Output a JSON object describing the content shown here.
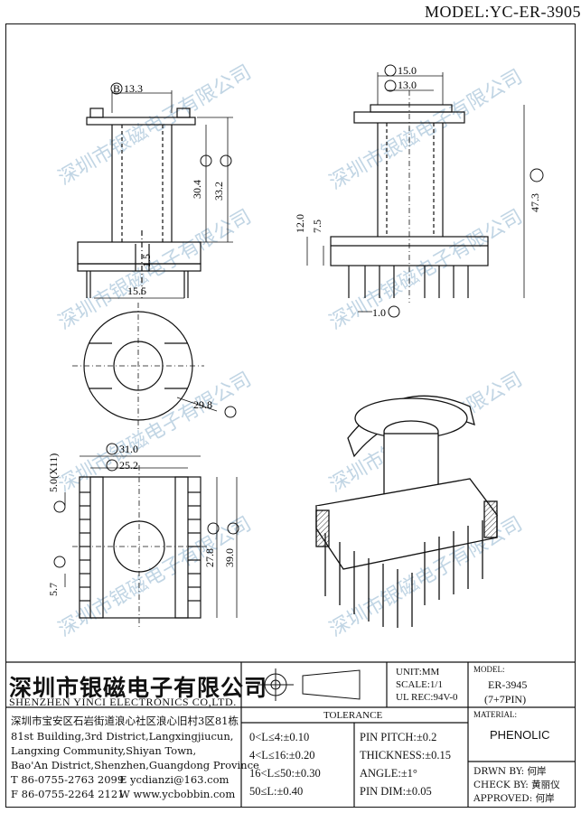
{
  "model_label": "MODEL:YC-ER-3905",
  "watermark": "深圳市银磁电子有限公司",
  "dimensions": {
    "B": "13.3",
    "C": "30.4",
    "D": "33.2",
    "pin_gap": "1.5",
    "base_width": "15.5",
    "A": "29.8",
    "E": "15.0",
    "F": "13.0",
    "G": "47.3",
    "H": "12.0",
    "I": "7.5",
    "J": "1.0",
    "K": "31.0",
    "L": "25.2",
    "M": "5.0(X11)",
    "N": "5.7",
    "O": "27.8",
    "P": "39.0"
  },
  "title_block": {
    "company_cn": "深圳市银磁电子有限公司",
    "company_en": "SHENZHEN YINCI ELECTRONICS CO,LTD.",
    "address_cn": "深圳市宝安区石岩街道浪心社区浪心旧村3区81栋",
    "address_en_1": "81st Building,3rd District,Langxingjiucun,",
    "address_en_2": "Langxing Community,Shiyan Town,",
    "address_en_3": "Bao'An District,Shenzhen,Guangdong Province",
    "tel": "T 86-0755-2763 2099",
    "email": "E ycdianzi@163.com",
    "fax": "F 86-0755-2264 2121",
    "web": "W www.ycbobbin.com",
    "unit": "UNIT:MM",
    "scale": "SCALE:1/1",
    "ul_rec": "UL REC:94V-0",
    "model_title": "MODEL:",
    "model_value": "ER-3945",
    "model_pins": "(7+7PIN)",
    "tolerance_title": "TOLERANCE",
    "tolerances_left": [
      "0<L≤4:±0.10",
      "4<L≤16:±0.20",
      "16<L≤50:±0.30",
      "50≤L:±0.40"
    ],
    "tolerances_right": [
      "PIN PITCH:±0.2",
      "THICKNESS:±0.15",
      "ANGLE:±1°",
      "PIN DIM:±0.05"
    ],
    "material_title": "MATERIAL:",
    "material_value": "PHENOLIC",
    "drawn_by": "DRWN BY: 何岸",
    "check_by": "CHECK BY: 黄丽仪",
    "approved": "APPROVED: 何岸"
  }
}
